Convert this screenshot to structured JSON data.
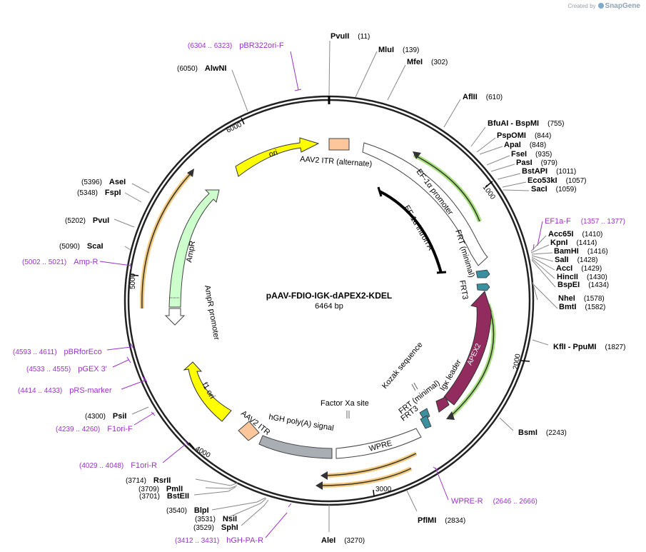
{
  "credit": {
    "prefix": "Created by",
    "brand": "SnapGene"
  },
  "title": "pAAV-FDIO-IGK-dAPEX2-KDEL",
  "length": "6464 bp",
  "ticks": [
    "1000",
    "2000",
    "3000",
    "4000",
    "5000",
    "6000"
  ],
  "sites": [
    {
      "name": "PvuII",
      "pos": "(11)"
    },
    {
      "name": "MluI",
      "pos": "(139)"
    },
    {
      "name": "MfeI",
      "pos": "(302)"
    },
    {
      "name": "AflII",
      "pos": "(610)"
    },
    {
      "name": "BfuAI - BspMI",
      "pos": "(755)"
    },
    {
      "name": "PspOMI",
      "pos": "(844)"
    },
    {
      "name": "ApaI",
      "pos": "(848)"
    },
    {
      "name": "FseI",
      "pos": "(935)"
    },
    {
      "name": "PasI",
      "pos": "(979)"
    },
    {
      "name": "BstAPI",
      "pos": "(1011)"
    },
    {
      "name": "Eco53kI",
      "pos": "(1057)"
    },
    {
      "name": "SacI",
      "pos": "(1059)"
    },
    {
      "name": "Acc65I",
      "pos": "(1410)"
    },
    {
      "name": "KpnI",
      "pos": "(1414)"
    },
    {
      "name": "BamHI",
      "pos": "(1416)"
    },
    {
      "name": "SalI",
      "pos": "(1428)"
    },
    {
      "name": "AccI",
      "pos": "(1429)"
    },
    {
      "name": "HincII",
      "pos": "(1430)"
    },
    {
      "name": "BspEI",
      "pos": "(1434)"
    },
    {
      "name": "NheI",
      "pos": "(1578)"
    },
    {
      "name": "BmtI",
      "pos": "(1582)"
    },
    {
      "name": "KflI - PpuMI",
      "pos": "(1827)"
    },
    {
      "name": "BsmI",
      "pos": "(2243)"
    },
    {
      "name": "PflMI",
      "pos": "(2834)"
    },
    {
      "name": "AleI",
      "pos": "(3270)"
    },
    {
      "name": "SphI",
      "pos": "(3529)"
    },
    {
      "name": "NsiI",
      "pos": "(3531)"
    },
    {
      "name": "BlpI",
      "pos": "(3540)"
    },
    {
      "name": "BstEII",
      "pos": "(3701)"
    },
    {
      "name": "PmlI",
      "pos": "(3709)"
    },
    {
      "name": "RsrII",
      "pos": "(3714)"
    },
    {
      "name": "PsiI",
      "pos": "(4300)"
    },
    {
      "name": "ScaI",
      "pos": "(5090)"
    },
    {
      "name": "PvuI",
      "pos": "(5202)"
    },
    {
      "name": "FspI",
      "pos": "(5348)"
    },
    {
      "name": "AseI",
      "pos": "(5396)"
    },
    {
      "name": "AlwNI",
      "pos": "(6050)"
    }
  ],
  "primers": [
    {
      "name": "pBR322ori-F",
      "range": "(6304 .. 6323)"
    },
    {
      "name": "EF1a-F",
      "range": "(1357 .. 1377)"
    },
    {
      "name": "WPRE-R",
      "range": "(2646 .. 2666)"
    },
    {
      "name": "hGH-PA-R",
      "range": "(3412 .. 3431)"
    },
    {
      "name": "F1ori-R",
      "range": "(4029 .. 4048)"
    },
    {
      "name": "F1ori-F",
      "range": "(4239 .. 4260)"
    },
    {
      "name": "pRS-marker",
      "range": "(4414 .. 4433)"
    },
    {
      "name": "pGEX 3'",
      "range": "(4533 .. 4555)"
    },
    {
      "name": "pBRforEco",
      "range": "(4593 .. 4611)"
    },
    {
      "name": "Amp-R",
      "range": "(5002 .. 5021)"
    }
  ],
  "features": {
    "ori": "ori",
    "aav2_itr_alt": "AAV2 ITR (alternate)",
    "ef1a_promoter": "EF-1α promoter",
    "ef1a_intron": "EF-1α intron A",
    "frt_minimal_1": "FRT (minimal)",
    "frt3_1": "FRT3",
    "apex2": "APEX2",
    "igk_leader": "Igκ leader",
    "kozak": "Kozak sequence",
    "factor_xa": "Factor Xa site",
    "frt_minimal_2": "FRT (minimal)",
    "frt3_2": "FRT3",
    "wpre": "WPRE",
    "hgh_polya": "hGH poly(A) signal",
    "aav2_itr": "AAV2 ITR",
    "f1_ori": "f1 ori",
    "ampr": "AmpR",
    "ampr_promoter": "AmpR promoter"
  },
  "colors": {
    "ori": "#ffff00",
    "itr": "#fdc69b",
    "promoter": "#ffffff",
    "intron": "#000000",
    "frt": "#3b8f9f",
    "apex2": "#922b5e",
    "wpre": "#ffffff",
    "polya": "#a8aeb4",
    "f1ori": "#ffff00",
    "ampr": "#ccffcc",
    "primer": "#9b33c9",
    "orf_orange": "#f5c97a",
    "orf_green": "#a6e07a"
  }
}
